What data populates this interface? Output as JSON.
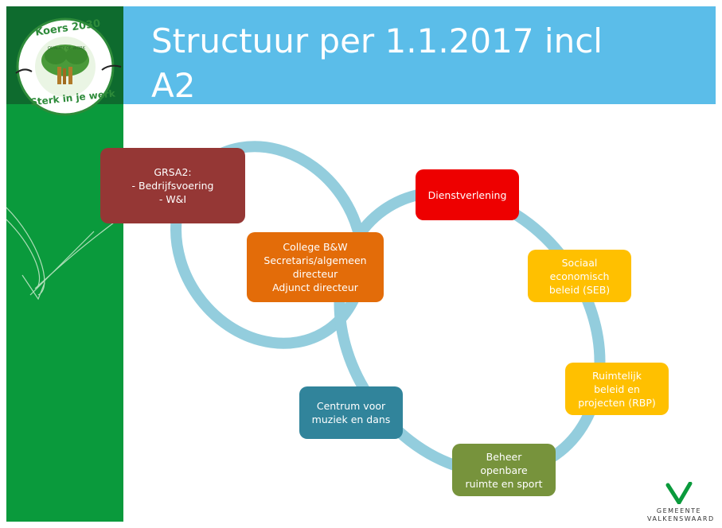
{
  "slide": {
    "title": "Structuur per 1.1.2017 incl\nA2"
  },
  "logo": {
    "text_top": "Koers 2030",
    "text_bottom": "Sterk in je werk",
    "motto": "QUALITY OF WORK"
  },
  "diagram": {
    "nodes": [
      {
        "id": "grsa2",
        "label": "GRSA2:\n- Bedrijfsvoering\n- W&I",
        "color": "#953735"
      },
      {
        "id": "dienstverlening",
        "label": "Dienstverlening",
        "color": "#ee0000"
      },
      {
        "id": "college",
        "label": "College B&W\nSecretaris/algemeen\ndirecteur\nAdjunct directeur",
        "color": "#e36c09"
      },
      {
        "id": "seb",
        "label": "Sociaal\neconomisch\nbeleid (SEB)",
        "color": "#ffc000"
      },
      {
        "id": "rbp",
        "label": "Ruimtelijk\nbeleid en\nprojecten (RBP)",
        "color": "#ffc000"
      },
      {
        "id": "centrum",
        "label": "Centrum voor\nmuziek en dans",
        "color": "#31849b"
      },
      {
        "id": "beheer",
        "label": "Beheer\nopenbare\nruimte en sport",
        "color": "#77933c"
      }
    ],
    "ring_color": "#93cddd"
  },
  "brand": {
    "name": "GEMEENTE\nVALKENSWAARD",
    "mark_color": "#0a9a3c"
  }
}
